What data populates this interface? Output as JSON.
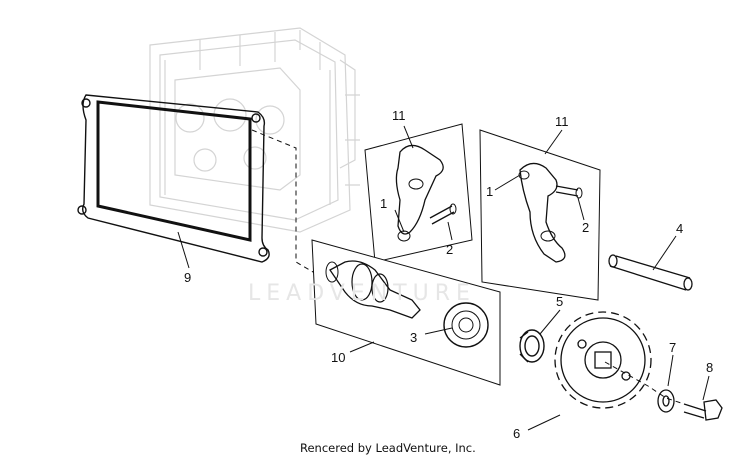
{
  "callouts": {
    "c1a": "1",
    "c1b": "1",
    "c2a": "2",
    "c2b": "2",
    "c3": "3",
    "c4": "4",
    "c5": "5",
    "c6": "6",
    "c7": "7",
    "c8": "8",
    "c9": "9",
    "c10": "10",
    "c11a": "11",
    "c11b": "11"
  },
  "watermark": "LEADVENTURE",
  "credit": "Rencered by LeadVenture, Inc.",
  "colors": {
    "line": "#111111",
    "ghost": "#d4d4d4",
    "watermark": "#e6e6e6"
  }
}
